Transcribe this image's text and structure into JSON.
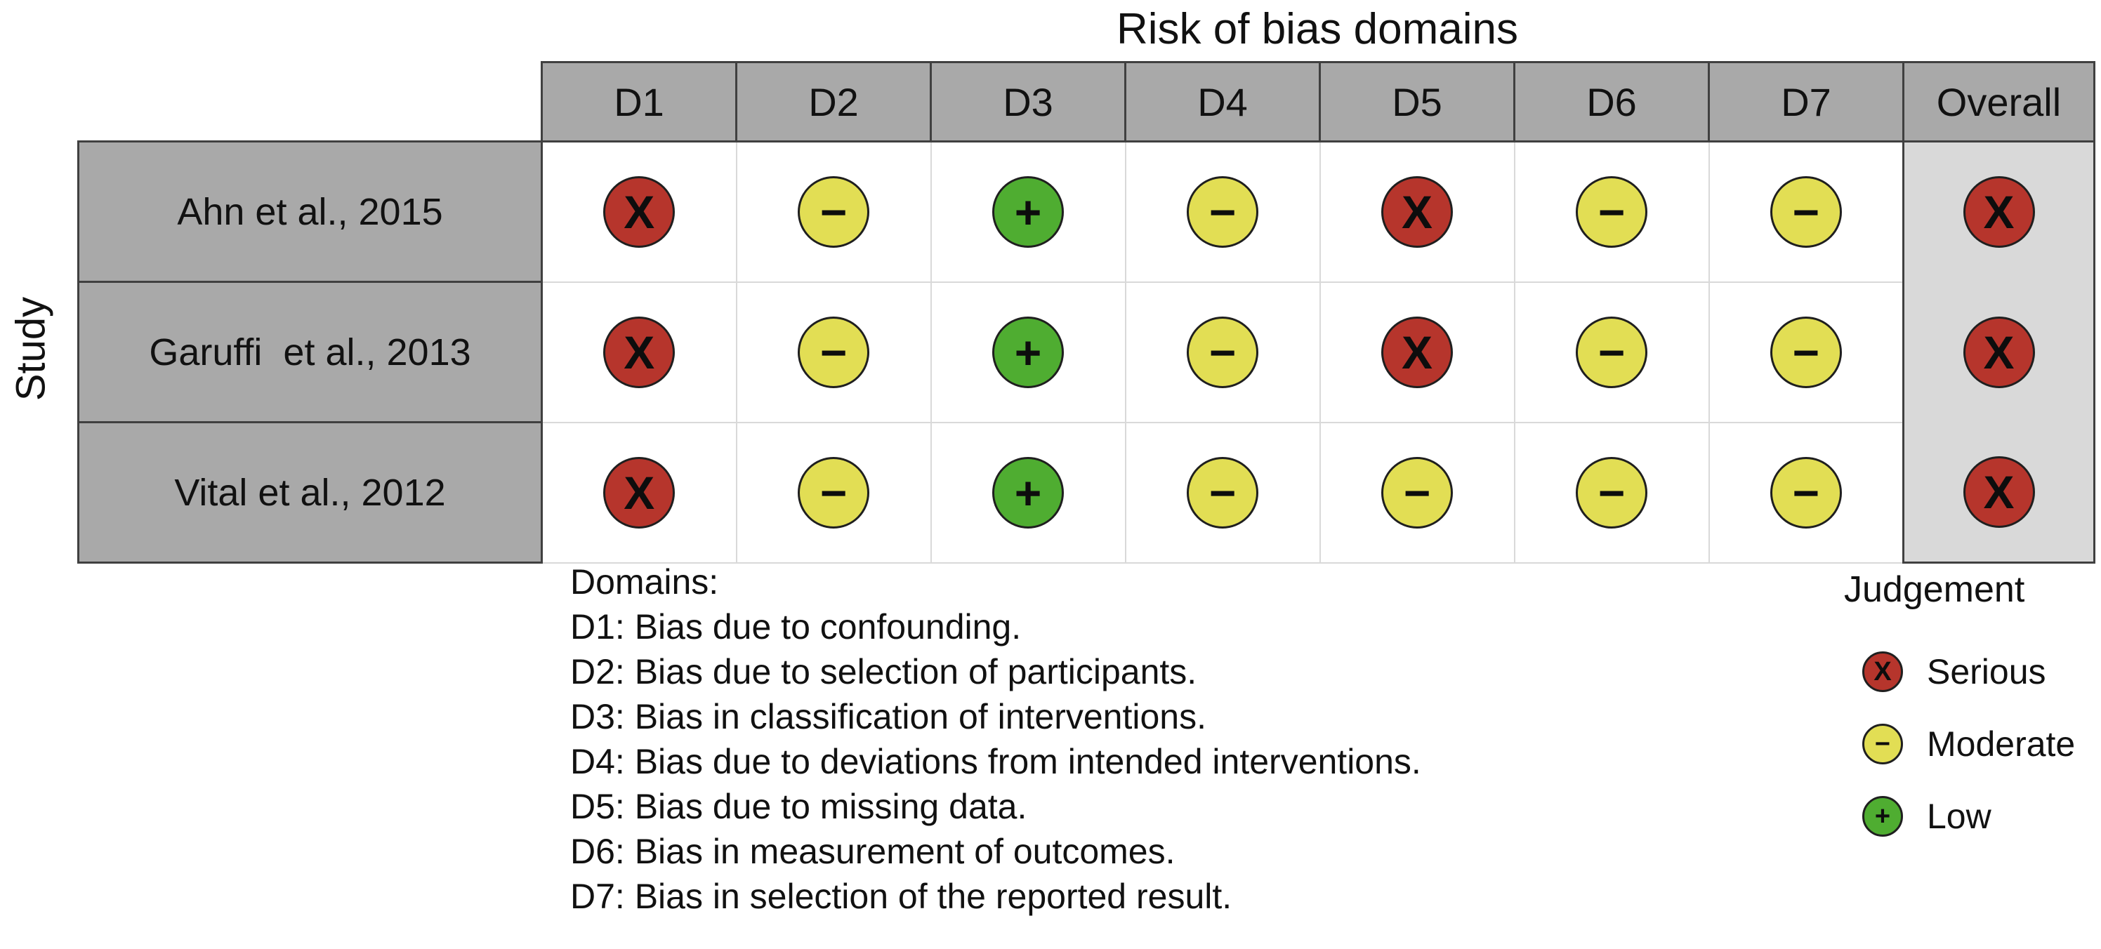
{
  "chart_data": {
    "type": "table",
    "title": "Risk of bias domains",
    "y_axis_label": "Study",
    "columns": [
      "D1",
      "D2",
      "D3",
      "D4",
      "D5",
      "D6",
      "D7",
      "Overall"
    ],
    "studies": [
      "Ahn et al., 2015",
      "Garuffi  et al., 2013",
      "Vital et al., 2012"
    ],
    "judgements_matrix": [
      [
        "Serious",
        "Moderate",
        "Low",
        "Moderate",
        "Serious",
        "Moderate",
        "Moderate",
        "Serious"
      ],
      [
        "Serious",
        "Moderate",
        "Low",
        "Moderate",
        "Serious",
        "Moderate",
        "Moderate",
        "Serious"
      ],
      [
        "Serious",
        "Moderate",
        "Low",
        "Moderate",
        "Moderate",
        "Moderate",
        "Moderate",
        "Serious"
      ]
    ],
    "judgement_styles": {
      "Serious": {
        "symbol": "X",
        "color": "#b6352c"
      },
      "Moderate": {
        "symbol": "−",
        "color": "#e2de54"
      },
      "Low": {
        "symbol": "+",
        "color": "#4fad31"
      }
    },
    "legend": {
      "title": "Judgement",
      "items": [
        {
          "label": "Serious",
          "symbol": "X",
          "color": "#b6352c"
        },
        {
          "label": "Moderate",
          "symbol": "−",
          "color": "#e2de54"
        },
        {
          "label": "Low",
          "symbol": "+",
          "color": "#4fad31"
        }
      ]
    },
    "footnotes": {
      "heading": "Domains:",
      "lines": [
        "D1: Bias due to confounding.",
        "D2: Bias due to selection of participants.",
        "D3: Bias in classification of interventions.",
        "D4: Bias due to deviations from intended interventions.",
        "D5: Bias due to missing data.",
        "D6: Bias in measurement of outcomes.",
        "D7: Bias in selection of the reported result."
      ]
    },
    "layout": {
      "header_bg": "#a9a9a9",
      "overall_col_bg": "#d9d9d9",
      "grid_line": "#d9d9d9",
      "dark_border": "#404040"
    }
  }
}
